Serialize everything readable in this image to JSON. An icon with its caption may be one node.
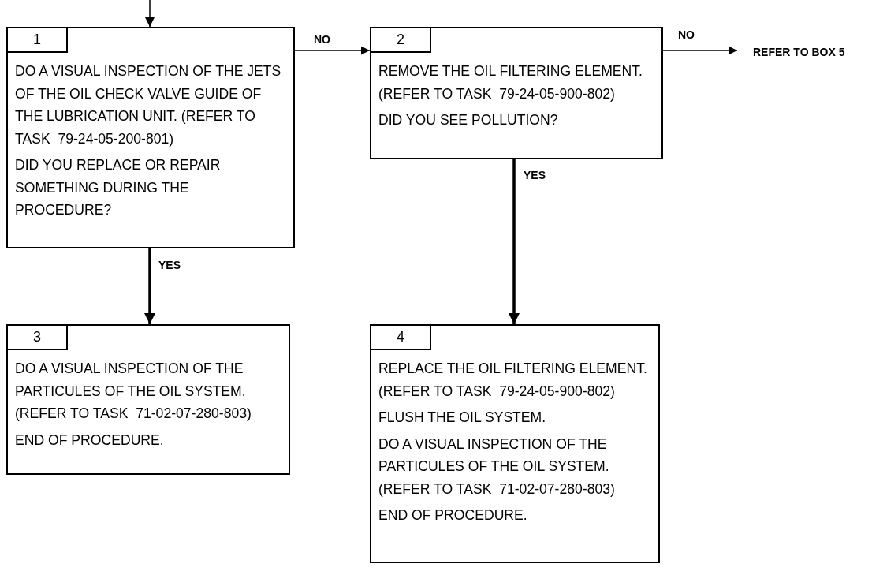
{
  "diagram": {
    "nodes": [
      {
        "text": [
          "1",
          "DO A VISUAL INSPECTION OF THE JETS OF THE OIL CHECK VALVE GUIDE OF THE LUBRICATION UNIT. (REFER TO TASK  79-24-05-200-801)",
          "DID YOU REPLACE OR REPAIR SOMETHING DURING THE PROCEDURE?"
        ]
      },
      {
        "text": [
          "2",
          "REMOVE THE OIL FILTERING ELEMENT. (REFER TO TASK  79-24-05-900-802)",
          "DID YOU SEE POLLUTION?"
        ]
      },
      {
        "text": [
          "3",
          "DO A VISUAL INSPECTION OF THE PARTICULES OF THE OIL SYSTEM. (REFER TO TASK  71-02-07-280-803)",
          "END OF PROCEDURE."
        ]
      },
      {
        "text": [
          "4",
          "REPLACE THE OIL FILTERING ELEMENT. (REFER TO TASK  79-24-05-900-802)",
          "FLUSH THE OIL SYSTEM.",
          "DO A VISUAL INSPECTION OF THE PARTICULES OF THE OIL SYSTEM. (REFER TO TASK  71-02-07-280-803)",
          "END OF PROCEDURE."
        ]
      },
      {
        "text": [
          "REFER TO BOX 5"
        ]
      }
    ],
    "edges": [
      {
        "from": null,
        "to": 0,
        "arrow": "to"
      },
      {
        "from": 0,
        "to": 1,
        "arrow": "to",
        "label": "NO"
      },
      {
        "from": 1,
        "to": 4,
        "arrow": "to",
        "label": "NO"
      },
      {
        "from": 0,
        "to": 2,
        "arrow": "to",
        "label": "YES",
        "style": "thick"
      },
      {
        "from": 1,
        "to": 3,
        "arrow": "to",
        "label": "YES",
        "style": "thick"
      }
    ]
  }
}
